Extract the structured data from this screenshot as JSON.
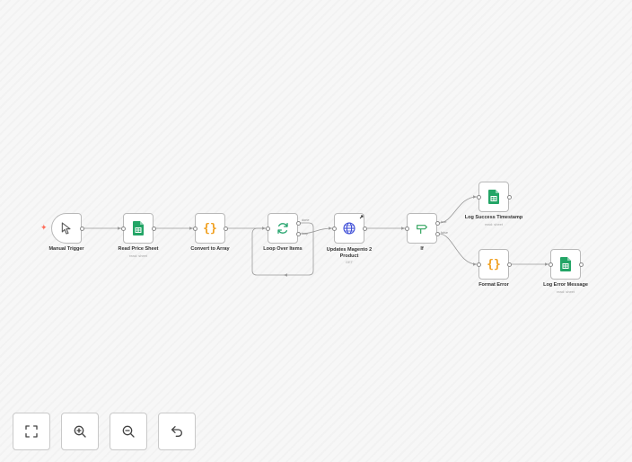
{
  "workflow": {
    "nodes": [
      {
        "id": "manual-trigger",
        "label": "Manual Trigger",
        "subtitle": "",
        "icon": "cursor-icon"
      },
      {
        "id": "read-price-sheet",
        "label": "Read Price Sheet",
        "subtitle": "read: sheet",
        "icon": "google-sheets-icon"
      },
      {
        "id": "convert-to-array",
        "label": "Convert to Array",
        "subtitle": "",
        "icon": "code-braces-icon"
      },
      {
        "id": "loop-over-items",
        "label": "Loop Over Items",
        "subtitle": "",
        "icon": "loop-arrows-icon"
      },
      {
        "id": "updates-magento-2-product",
        "label": "Updates Magento 2 Product",
        "subtitle": "GET",
        "icon": "globe-icon"
      },
      {
        "id": "if",
        "label": "If",
        "subtitle": "",
        "icon": "signpost-icon"
      },
      {
        "id": "log-success-timestamp",
        "label": "Log Success Timestamp",
        "subtitle": "read: sheet",
        "icon": "google-sheets-icon"
      },
      {
        "id": "format-error",
        "label": "Format Error",
        "subtitle": "",
        "icon": "code-braces-icon"
      },
      {
        "id": "log-error-message",
        "label": "Log Error Message",
        "subtitle": "read: sheet",
        "icon": "google-sheets-icon"
      }
    ],
    "branch_labels": {
      "loop_done": "done",
      "loop": "loop",
      "if_true": "true",
      "if_false": "false"
    }
  },
  "controls": [
    {
      "id": "fit-view",
      "icon": "fit-view-icon"
    },
    {
      "id": "zoom-in",
      "icon": "zoom-in-icon"
    },
    {
      "id": "zoom-out",
      "icon": "zoom-out-icon"
    },
    {
      "id": "undo",
      "icon": "undo-icon"
    }
  ],
  "colors": {
    "sheets": "#23a566",
    "code": "#f0a020",
    "loop": "#24a46d",
    "globe": "#3b4bd6",
    "if": "#34a560",
    "trigger_sparkle": "#ff6d5a",
    "edge": "#9a9a9a"
  }
}
